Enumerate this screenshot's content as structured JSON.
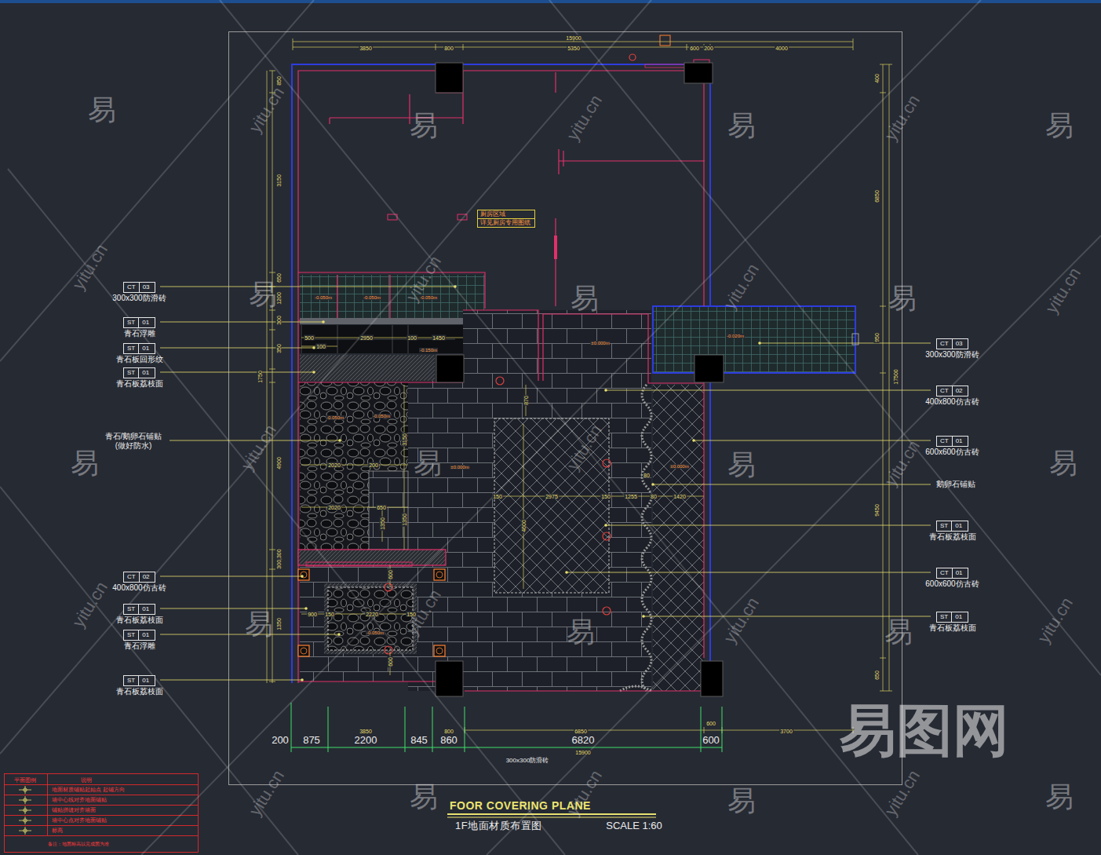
{
  "diagram": {
    "title": "FOOR COVERING PLANE",
    "caption": "1F地面材质布置图",
    "nodes": [
      {
        "text": [
          "厨房区域",
          "详见厨房专用图纸"
        ]
      },
      {
        "text": [
          "CT",
          "03",
          "300x300防滑砖"
        ]
      },
      {
        "text": [
          "ST",
          "01",
          "青石浮雕"
        ]
      },
      {
        "text": [
          "ST",
          "01",
          "青石板回形纹"
        ]
      },
      {
        "text": [
          "ST",
          "01",
          "青石板荔枝面"
        ]
      },
      {
        "text": [
          "CT",
          "02",
          "400x800仿古砖"
        ]
      },
      {
        "text": [
          "ST",
          "01",
          "青石板荔枝面"
        ]
      },
      {
        "text": [
          "ST",
          "01",
          "青石浮雕"
        ]
      },
      {
        "text": [
          "ST",
          "01",
          "青石板荔枝面"
        ]
      },
      {
        "text": [
          "CT",
          "03",
          "300x300防滑砖"
        ]
      },
      {
        "text": [
          "CT",
          "02",
          "400x800仿古砖"
        ]
      },
      {
        "text": [
          "CT",
          "01",
          "600x600仿古砖"
        ]
      },
      {
        "text": [
          "ST",
          "01",
          "青石板荔枝面"
        ]
      },
      {
        "text": [
          "CT",
          "01",
          "600x600仿古砖"
        ]
      },
      {
        "text": [
          "ST",
          "01",
          "青石板荔枝面"
        ]
      }
    ],
    "labels": [
      "15900",
      "3850",
      "800",
      "5350",
      "600",
      "200",
      "4000",
      "850",
      "3150",
      "650",
      "1200",
      "300",
      "350",
      "1750",
      "4900",
      "300,300",
      "1350",
      "400",
      "6850",
      "950",
      "17500",
      "9450",
      "650",
      "3850",
      "800",
      "6850",
      "600",
      "3700",
      "200",
      "875",
      "2200",
      "845",
      "860",
      "6820",
      "600",
      "15900",
      "300x300防滑砖",
      "500",
      "2950",
      "100",
      "1450",
      "100",
      "870",
      "3150",
      "2020",
      "200",
      "2020",
      "650",
      "1350",
      "1350",
      "150",
      "2975",
      "150",
      "1255",
      "80",
      "1420",
      "80",
      "4600",
      "600",
      "900",
      "150",
      "2220",
      "150",
      "600",
      "-0.050m",
      "-0.050m",
      "-0.050m",
      "-0.150m",
      "±0.000m",
      "-0.020m",
      "-0.050m",
      "-0.050m",
      "±0.000m",
      "±0.000m",
      "-0.050m",
      "青石/鹅卵石铺贴 (做好防水)",
      "鹅卵石铺贴",
      "SCALE 1:60",
      "平面图例",
      "说明",
      "备注：地面标高以完成面为准",
      "易",
      "易",
      "易",
      "易",
      "易",
      "易",
      "易",
      "易",
      "易",
      "易",
      "易",
      "易",
      "易",
      "易",
      "易",
      "易",
      "易",
      "yitu.cn",
      "yitu.cn",
      "yitu.cn",
      "yitu.cn",
      "yitu.cn",
      "yitu.cn",
      "yitu.cn",
      "yitu.cn",
      "yitu.cn",
      "yitu.cn",
      "yitu.cn",
      "yitu.cn",
      "yitu.cn",
      "yitu.cn",
      "yitu.cn",
      "yitu.cn",
      "yitu.cn",
      "易图网"
    ],
    "legend": [
      {
        "text": "地面材质铺贴起始点 起铺方向"
      },
      {
        "text": "墙中心线对齐地面铺贴"
      },
      {
        "text": "铺贴拼缝对齐墙面"
      },
      {
        "text": "墙中心点对齐地面铺贴"
      },
      {
        "text": "标高"
      }
    ]
  }
}
